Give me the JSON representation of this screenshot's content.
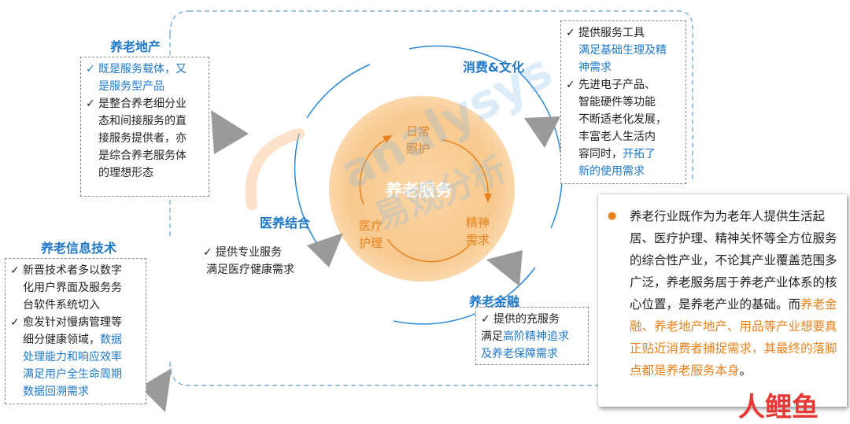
{
  "center": {
    "title": "养老服务",
    "cycle": [
      {
        "line1": "日常",
        "line2": "照护"
      },
      {
        "line1": "精神",
        "line2": "需求"
      },
      {
        "line1": "医疗",
        "line2": "护理"
      }
    ]
  },
  "nodes": {
    "consumption": "消费&文化",
    "medical": "医养结合",
    "finance": "养老金融"
  },
  "real_estate": {
    "heading": "养老地产",
    "items": [
      {
        "check": "✓",
        "lines": [
          "既是服务载体，又",
          "是服务型产品"
        ]
      },
      {
        "check": "✓",
        "lines": [
          "是整合养老细分业",
          "态和间接服务的直",
          "接服务提供者，亦",
          "是综合养老服务体",
          "的理想形态"
        ]
      }
    ]
  },
  "info_tech": {
    "heading": "养老信息技术",
    "items": [
      {
        "check": "✓",
        "lines": [
          "新晋技术者多以数字",
          "化用户界面及服务务",
          "台软件系统切入"
        ]
      },
      {
        "check": "✓",
        "lines": [
          "愈发针对慢病管理等",
          "细分健康领域，",
          "处理能力和响应效率",
          "满足用户全生命周期",
          "数据回溯需求"
        ],
        "highlight": [
          "数据"
        ]
      }
    ]
  },
  "consumption_box": {
    "items": [
      {
        "check": "✓",
        "lines": [
          "提供服务工具",
          "满足基础生理及精",
          "神需求"
        ]
      },
      {
        "check": "✓",
        "lines": [
          "先进电子产品、",
          "智能硬件等功能",
          "不断适老化发展，",
          "丰富老人生活内",
          "容同时，",
          "新的使用需求"
        ],
        "highlight": [
          "开拓了"
        ]
      }
    ]
  },
  "medical_box": {
    "check": "✓",
    "lines": [
      "提供专业服务",
      "满足医疗健康需求"
    ]
  },
  "finance_box": {
    "check": "✓",
    "lines": [
      "提供的充服务",
      "满足",
      "高阶精神追求",
      "及养老保障需求"
    ]
  },
  "info_panel": {
    "bullet": "●",
    "text_plain": "养老行业既作为为老年人提供生活起居、医疗护理、精神关怀等全方位服务的综合性产业，不论其产业覆盖范围多广泛，养老服务居于养老产业体系的核心位置，是养老产业的基础。而",
    "text_highlight": "养老金融、养老地产地产、用品等产业想要真正贴近消费者捕捉需求，其最终的落脚点都是养老服务本身",
    "text_end": "。"
  },
  "watermark": {
    "text1": "analysys",
    "text2": "易观分析",
    "logo": "人鲤鱼"
  },
  "colors": {
    "accent_blue": "#1f78c8",
    "accent_orange": "#e8821c",
    "arrow_gray": "#9a9a9a"
  }
}
